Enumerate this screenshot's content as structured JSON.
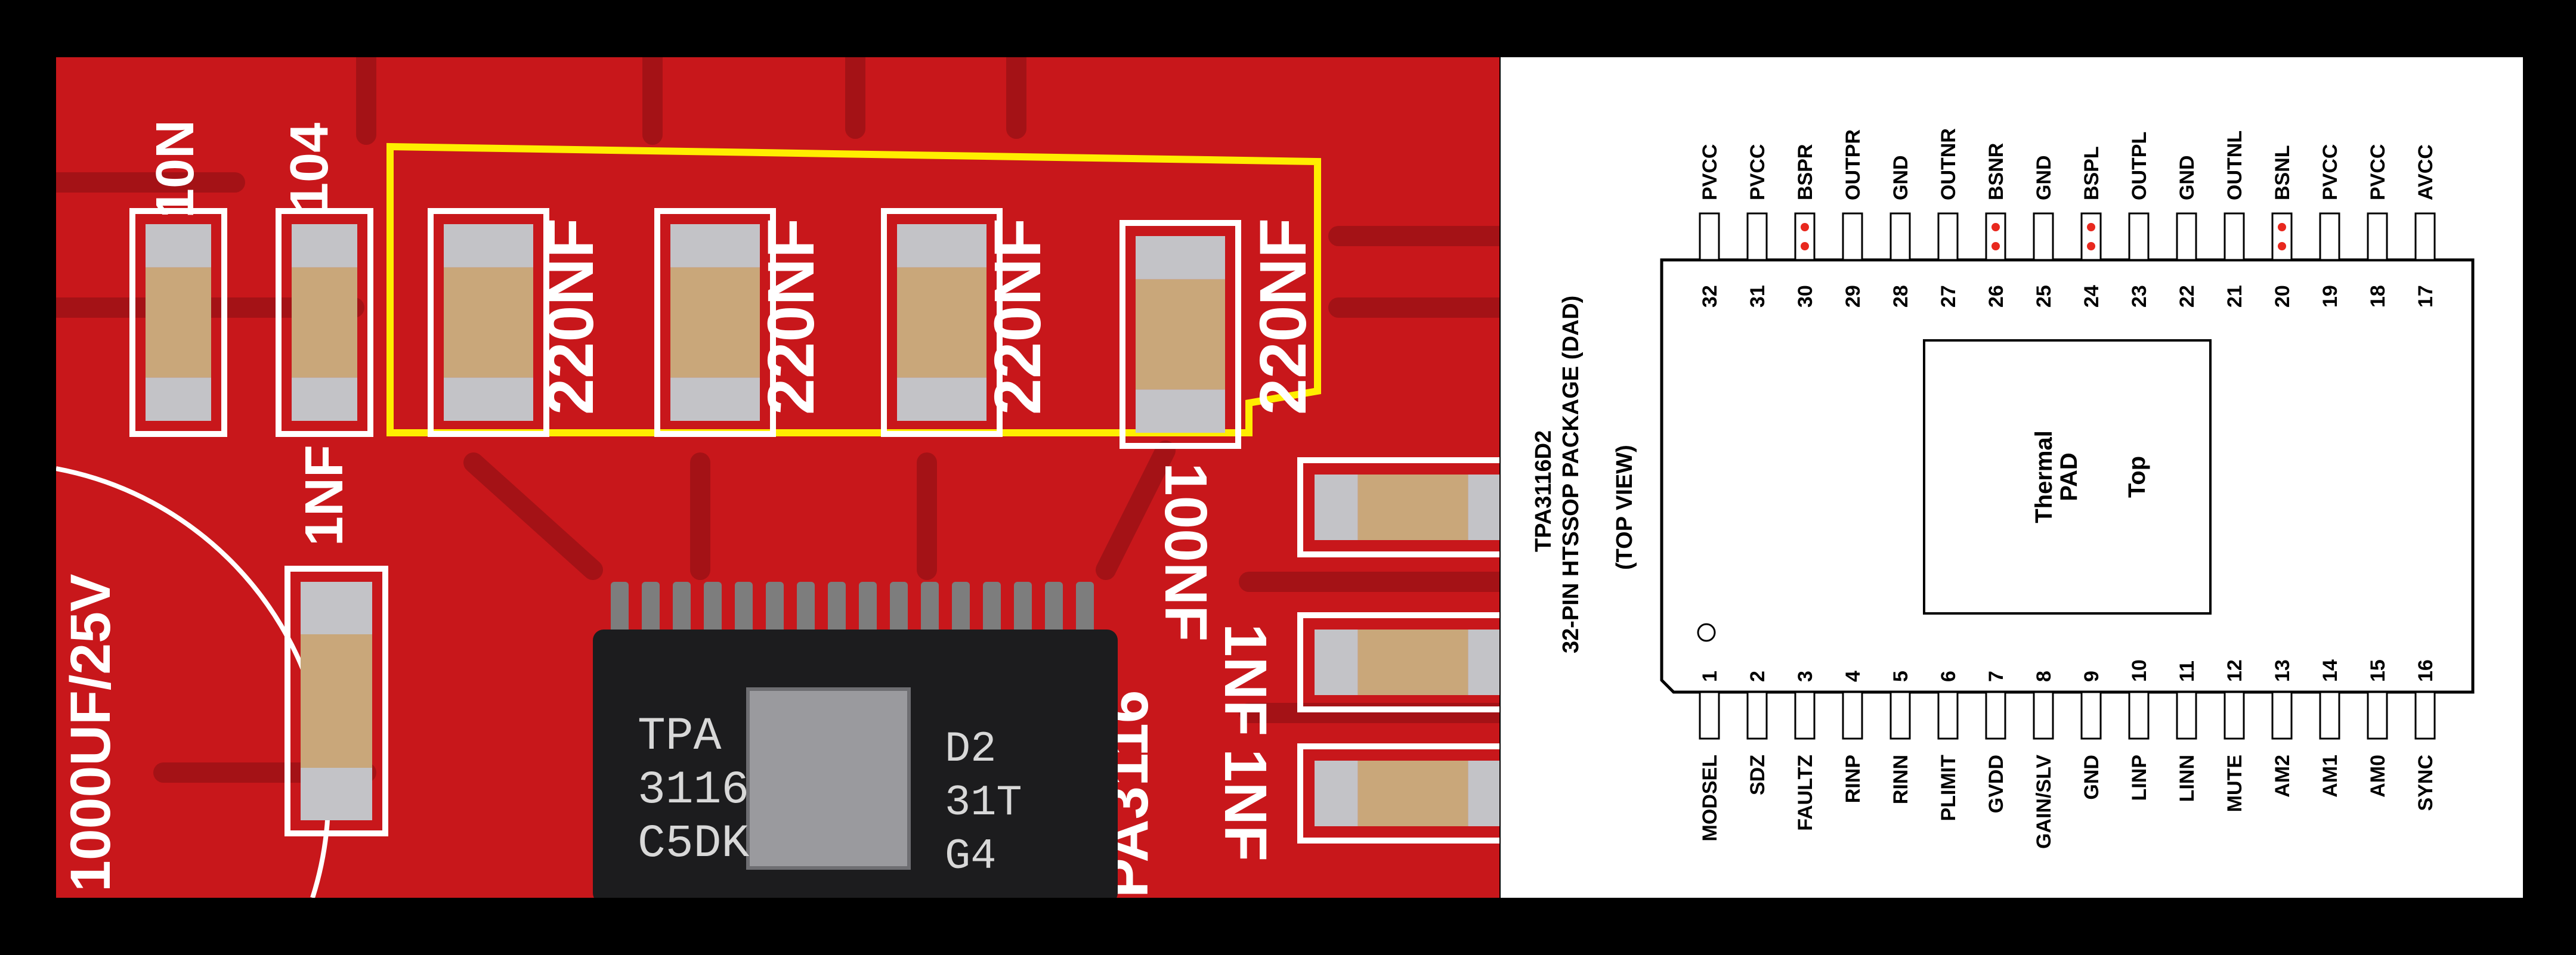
{
  "photo": {
    "colors": {
      "board": "#c8171b",
      "trace": "#a01014",
      "highlight": "#ffee00",
      "cap": "#c9a77a",
      "chip": "#1c1c1e"
    },
    "labels": {
      "top_10n": "10N",
      "top_104": "104",
      "cap_220_1": "220NF",
      "cap_220_2": "220NF",
      "cap_220_3": "220NF",
      "cap_220_4": "220NF",
      "left_1nf": "1NF",
      "right_100nf": "100NF",
      "right_1nf_a": "1NF",
      "right_1nf_b": "1NF",
      "electrolytic": "1000UF/25V",
      "chip_part_side": "PA3116"
    },
    "chip": {
      "line1": "TPA",
      "line2": "3116",
      "line3": "C5DK",
      "right1": "D2",
      "right2": "31T",
      "right3": "G4"
    }
  },
  "diagram": {
    "title_line1": "TPA3116D2",
    "title_line2": "32-PIN HTSSOP PACKAGE (DAD)",
    "title_line3": "(TOP VIEW)",
    "pad_line1": "Thermal",
    "pad_line2": "PAD",
    "pad_top": "Top",
    "pin_one_marker": "pin-1-dot",
    "top_pins": [
      {
        "num": "32",
        "name": "PVCC",
        "dot": false
      },
      {
        "num": "31",
        "name": "PVCC",
        "dot": false
      },
      {
        "num": "30",
        "name": "BSPR",
        "dot": true
      },
      {
        "num": "29",
        "name": "OUTPR",
        "dot": false
      },
      {
        "num": "28",
        "name": "GND",
        "dot": false
      },
      {
        "num": "27",
        "name": "OUTNR",
        "dot": false
      },
      {
        "num": "26",
        "name": "BSNR",
        "dot": true
      },
      {
        "num": "25",
        "name": "GND",
        "dot": false
      },
      {
        "num": "24",
        "name": "BSPL",
        "dot": true
      },
      {
        "num": "23",
        "name": "OUTPL",
        "dot": false
      },
      {
        "num": "22",
        "name": "GND",
        "dot": false
      },
      {
        "num": "21",
        "name": "OUTNL",
        "dot": false
      },
      {
        "num": "20",
        "name": "BSNL",
        "dot": true
      },
      {
        "num": "19",
        "name": "PVCC",
        "dot": false
      },
      {
        "num": "18",
        "name": "PVCC",
        "dot": false
      },
      {
        "num": "17",
        "name": "AVCC",
        "dot": false
      }
    ],
    "bottom_pins": [
      {
        "num": "1",
        "name": "MODSEL"
      },
      {
        "num": "2",
        "name": "SDZ"
      },
      {
        "num": "3",
        "name": "FAULTZ"
      },
      {
        "num": "4",
        "name": "RINP"
      },
      {
        "num": "5",
        "name": "RINN"
      },
      {
        "num": "6",
        "name": "PLIMIT"
      },
      {
        "num": "7",
        "name": "GVDD"
      },
      {
        "num": "8",
        "name": "GAIN/SLV"
      },
      {
        "num": "9",
        "name": "GND"
      },
      {
        "num": "10",
        "name": "LINP"
      },
      {
        "num": "11",
        "name": "LINN"
      },
      {
        "num": "12",
        "name": "MUTE"
      },
      {
        "num": "13",
        "name": "AM2"
      },
      {
        "num": "14",
        "name": "AM1"
      },
      {
        "num": "15",
        "name": "AM0"
      },
      {
        "num": "16",
        "name": "SYNC"
      }
    ],
    "colors": {
      "dot": "#e8281e",
      "line": "#000000"
    }
  }
}
